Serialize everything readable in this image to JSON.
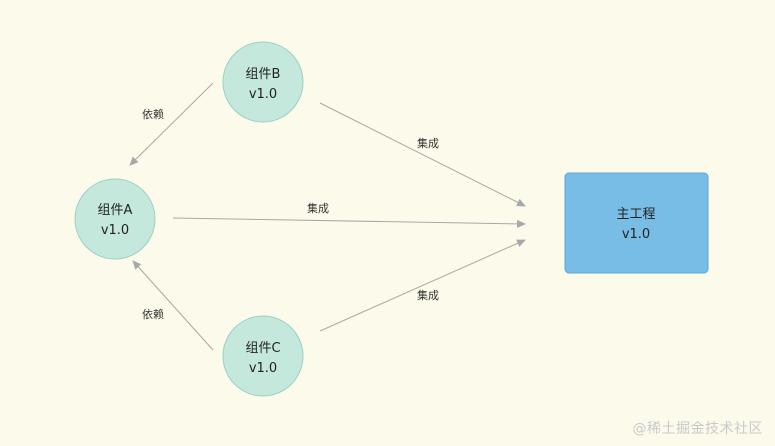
{
  "colors": {
    "circle_fill": "#c5e8dd",
    "circle_stroke": "#9bd0c2",
    "box_fill": "#78bde6",
    "box_stroke": "#5ba6d4",
    "arrow": "#a8a8a8",
    "background": "#fcfaea"
  },
  "nodes": {
    "a": {
      "name": "组件A",
      "version": "v1.0"
    },
    "b": {
      "name": "组件B",
      "version": "v1.0"
    },
    "c": {
      "name": "组件C",
      "version": "v1.0"
    },
    "main": {
      "name": "主工程",
      "version": "v1.0"
    }
  },
  "edges": {
    "b_to_a": "依赖",
    "c_to_a": "依赖",
    "b_to_main": "集成",
    "a_to_main": "集成",
    "c_to_main": "集成"
  },
  "watermark": "@稀土掘金技术社区"
}
